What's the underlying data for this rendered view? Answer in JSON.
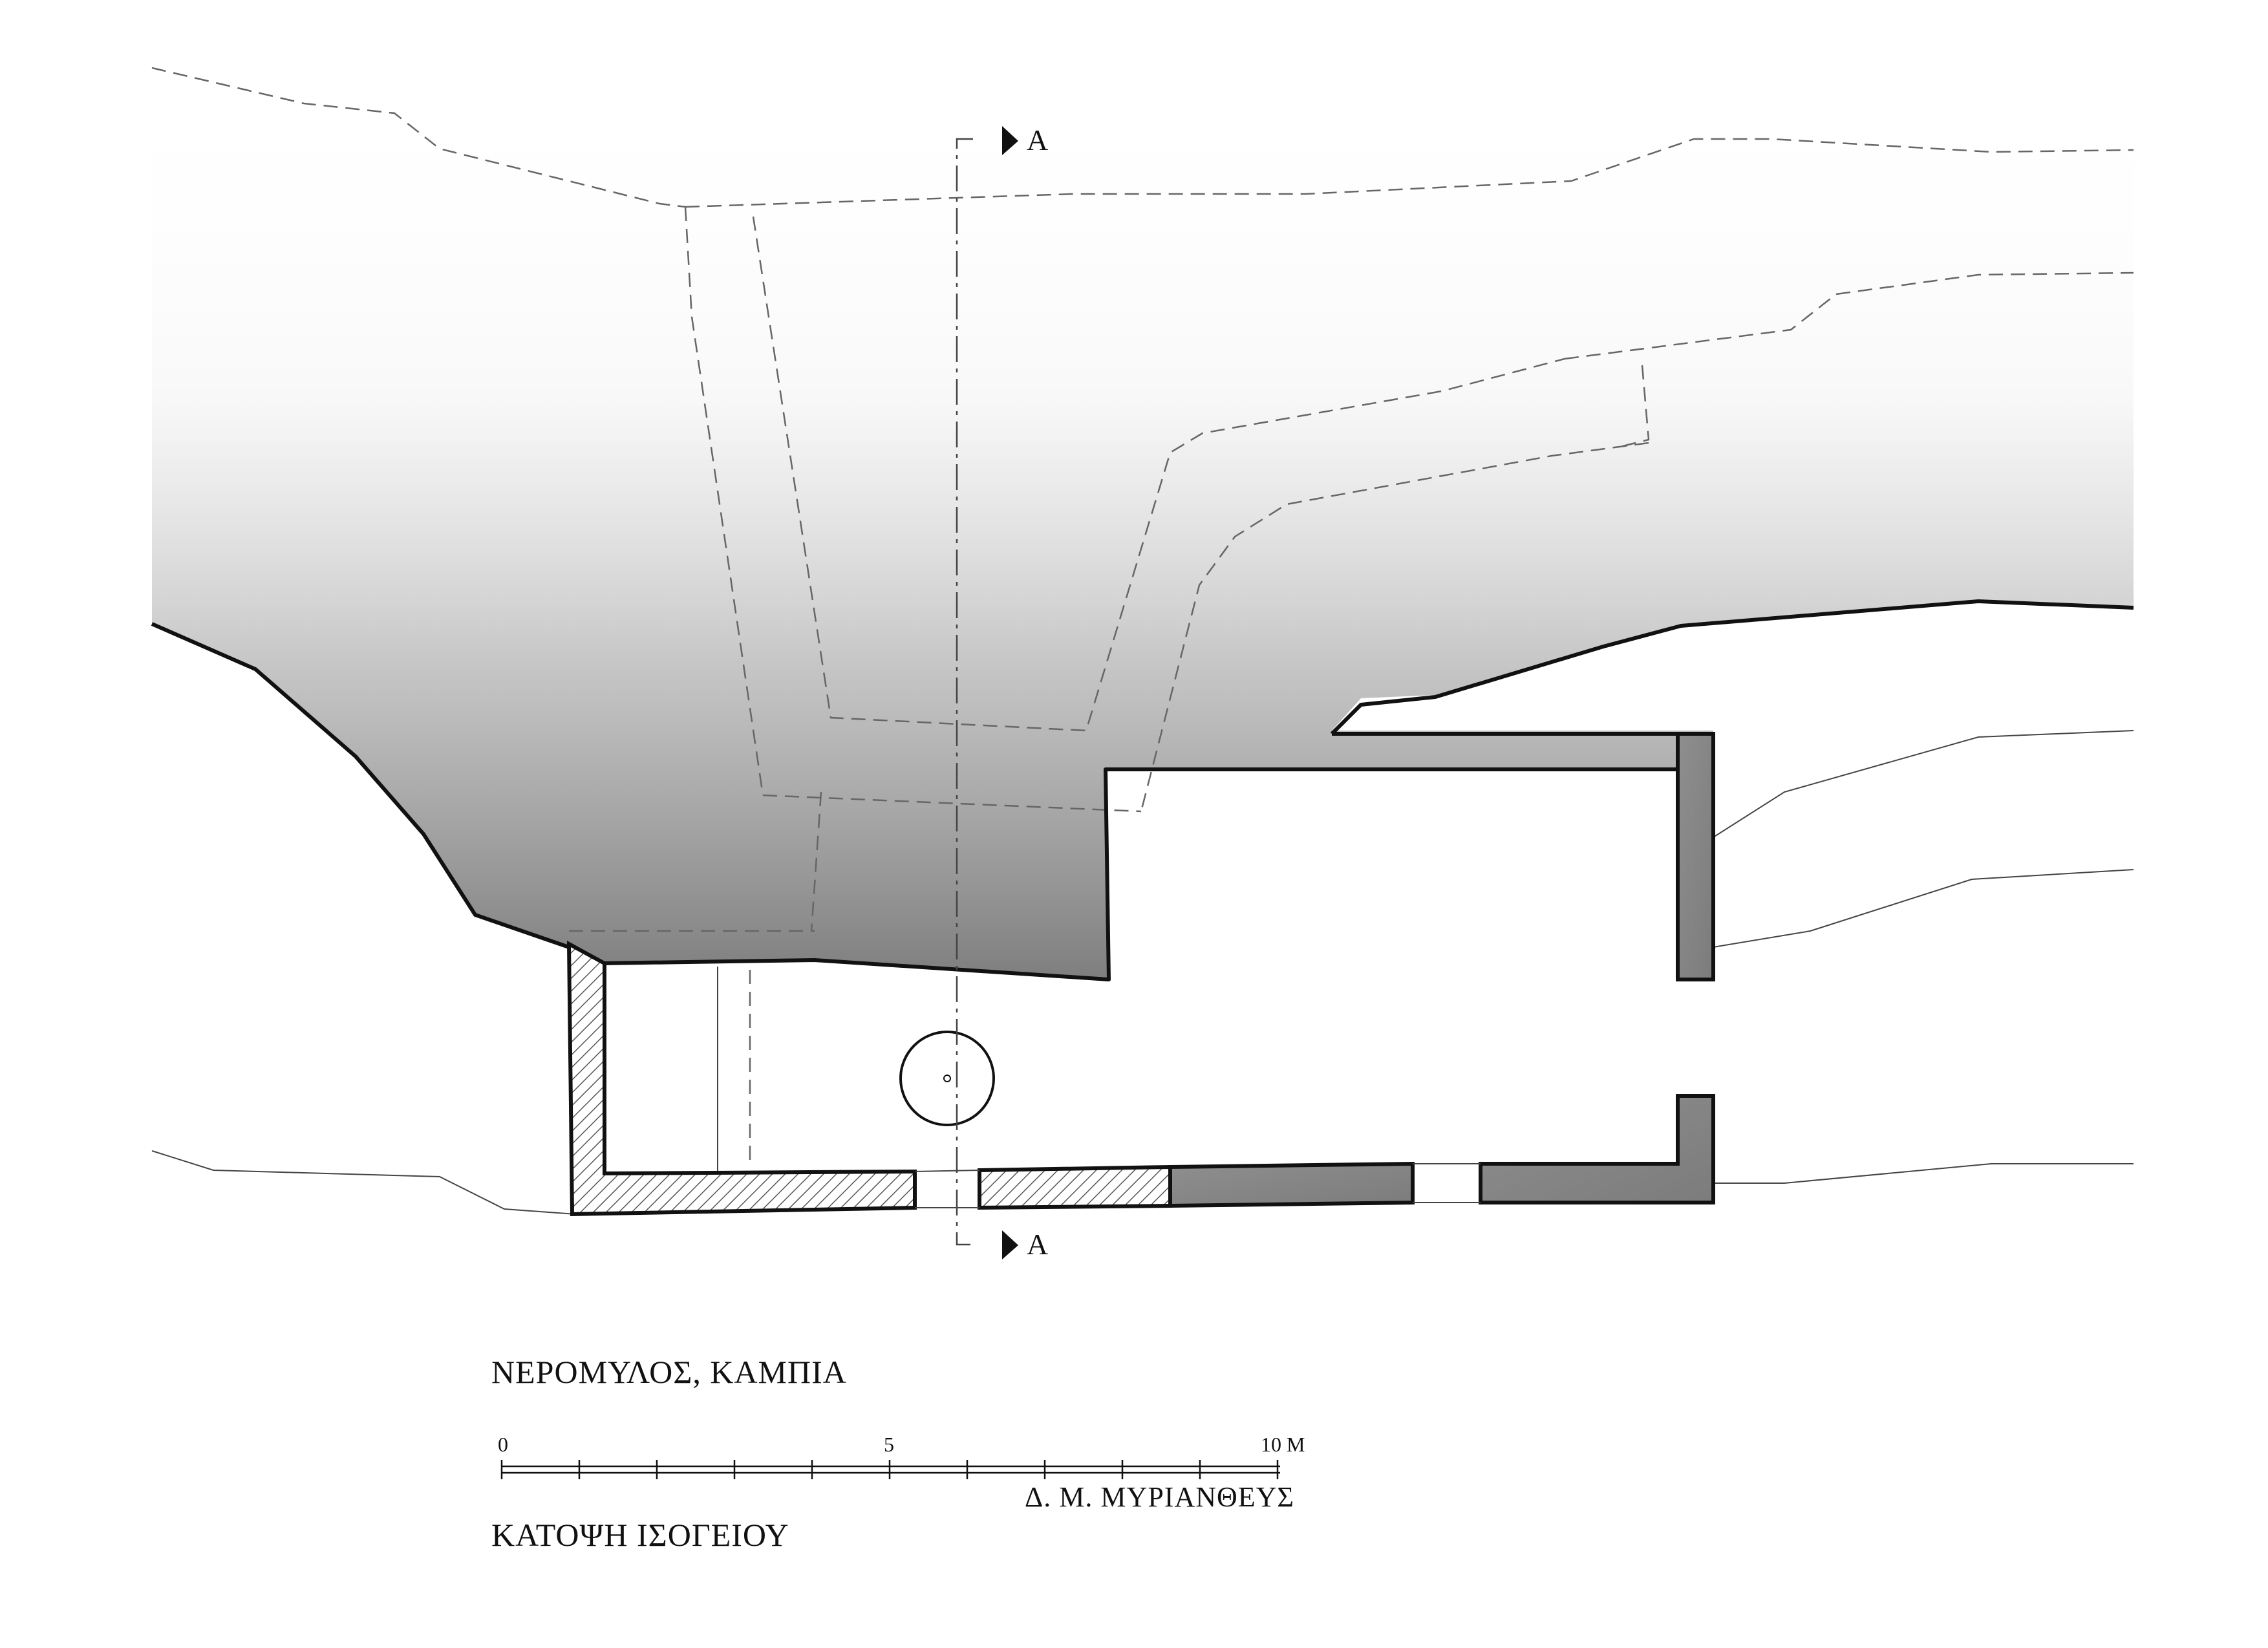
{
  "drawing": {
    "project_title": "ΝΕΡΟΜΥΛΟΣ, ΚΑΜΠΙΑ",
    "drawing_title": "ΚΑΤΟΨΗ  ΙΣΟΓΕΙΟΥ",
    "author": "Δ. Μ. ΜΥΡΙΑΝΘΕΥΣ"
  },
  "section_marker": {
    "top_label": "A",
    "bottom_label": "A"
  },
  "scale_bar": {
    "label_start": "0",
    "label_mid": "5",
    "label_end": "10 M"
  },
  "colors": {
    "line": "#111111",
    "cut_wall_fill": "#8a8a8a",
    "rock_shade": "#7a7a7a",
    "hatch": "#555555"
  }
}
